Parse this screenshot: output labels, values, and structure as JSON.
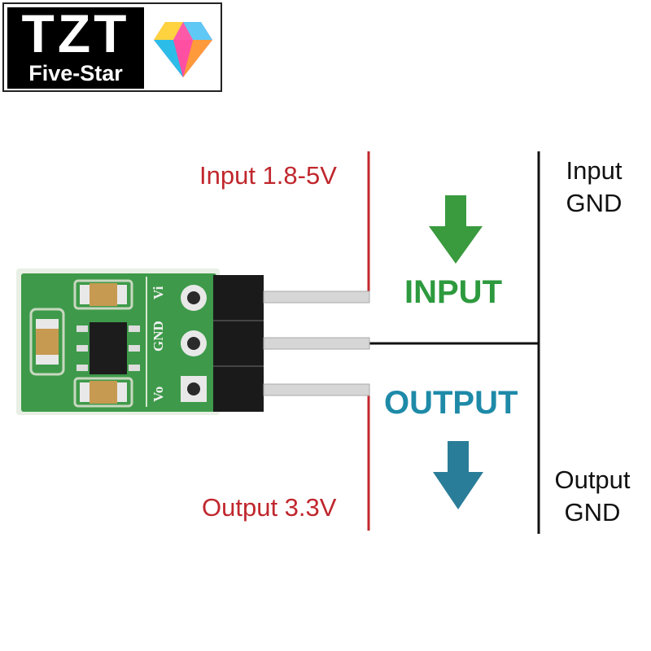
{
  "logo": {
    "title": "TZT",
    "subtitle": "Five-Star"
  },
  "labels": {
    "input_voltage": "Input 1.8-5V",
    "output_voltage": "Output 3.3V",
    "input_gnd_line1": "Input",
    "input_gnd_line2": "GND",
    "output_gnd_line1": "Output",
    "output_gnd_line2": "GND",
    "input_big": "INPUT",
    "output_big": "OUTPUT"
  },
  "board": {
    "pin_vi": "Vi",
    "pin_gnd": "GND",
    "pin_vo": "Vo"
  },
  "colors": {
    "red_line": "#c0272d",
    "green_arrow": "#3a9a3e",
    "blue_arrow": "#2a7d98",
    "pcb_green": "#3e9a4a"
  }
}
